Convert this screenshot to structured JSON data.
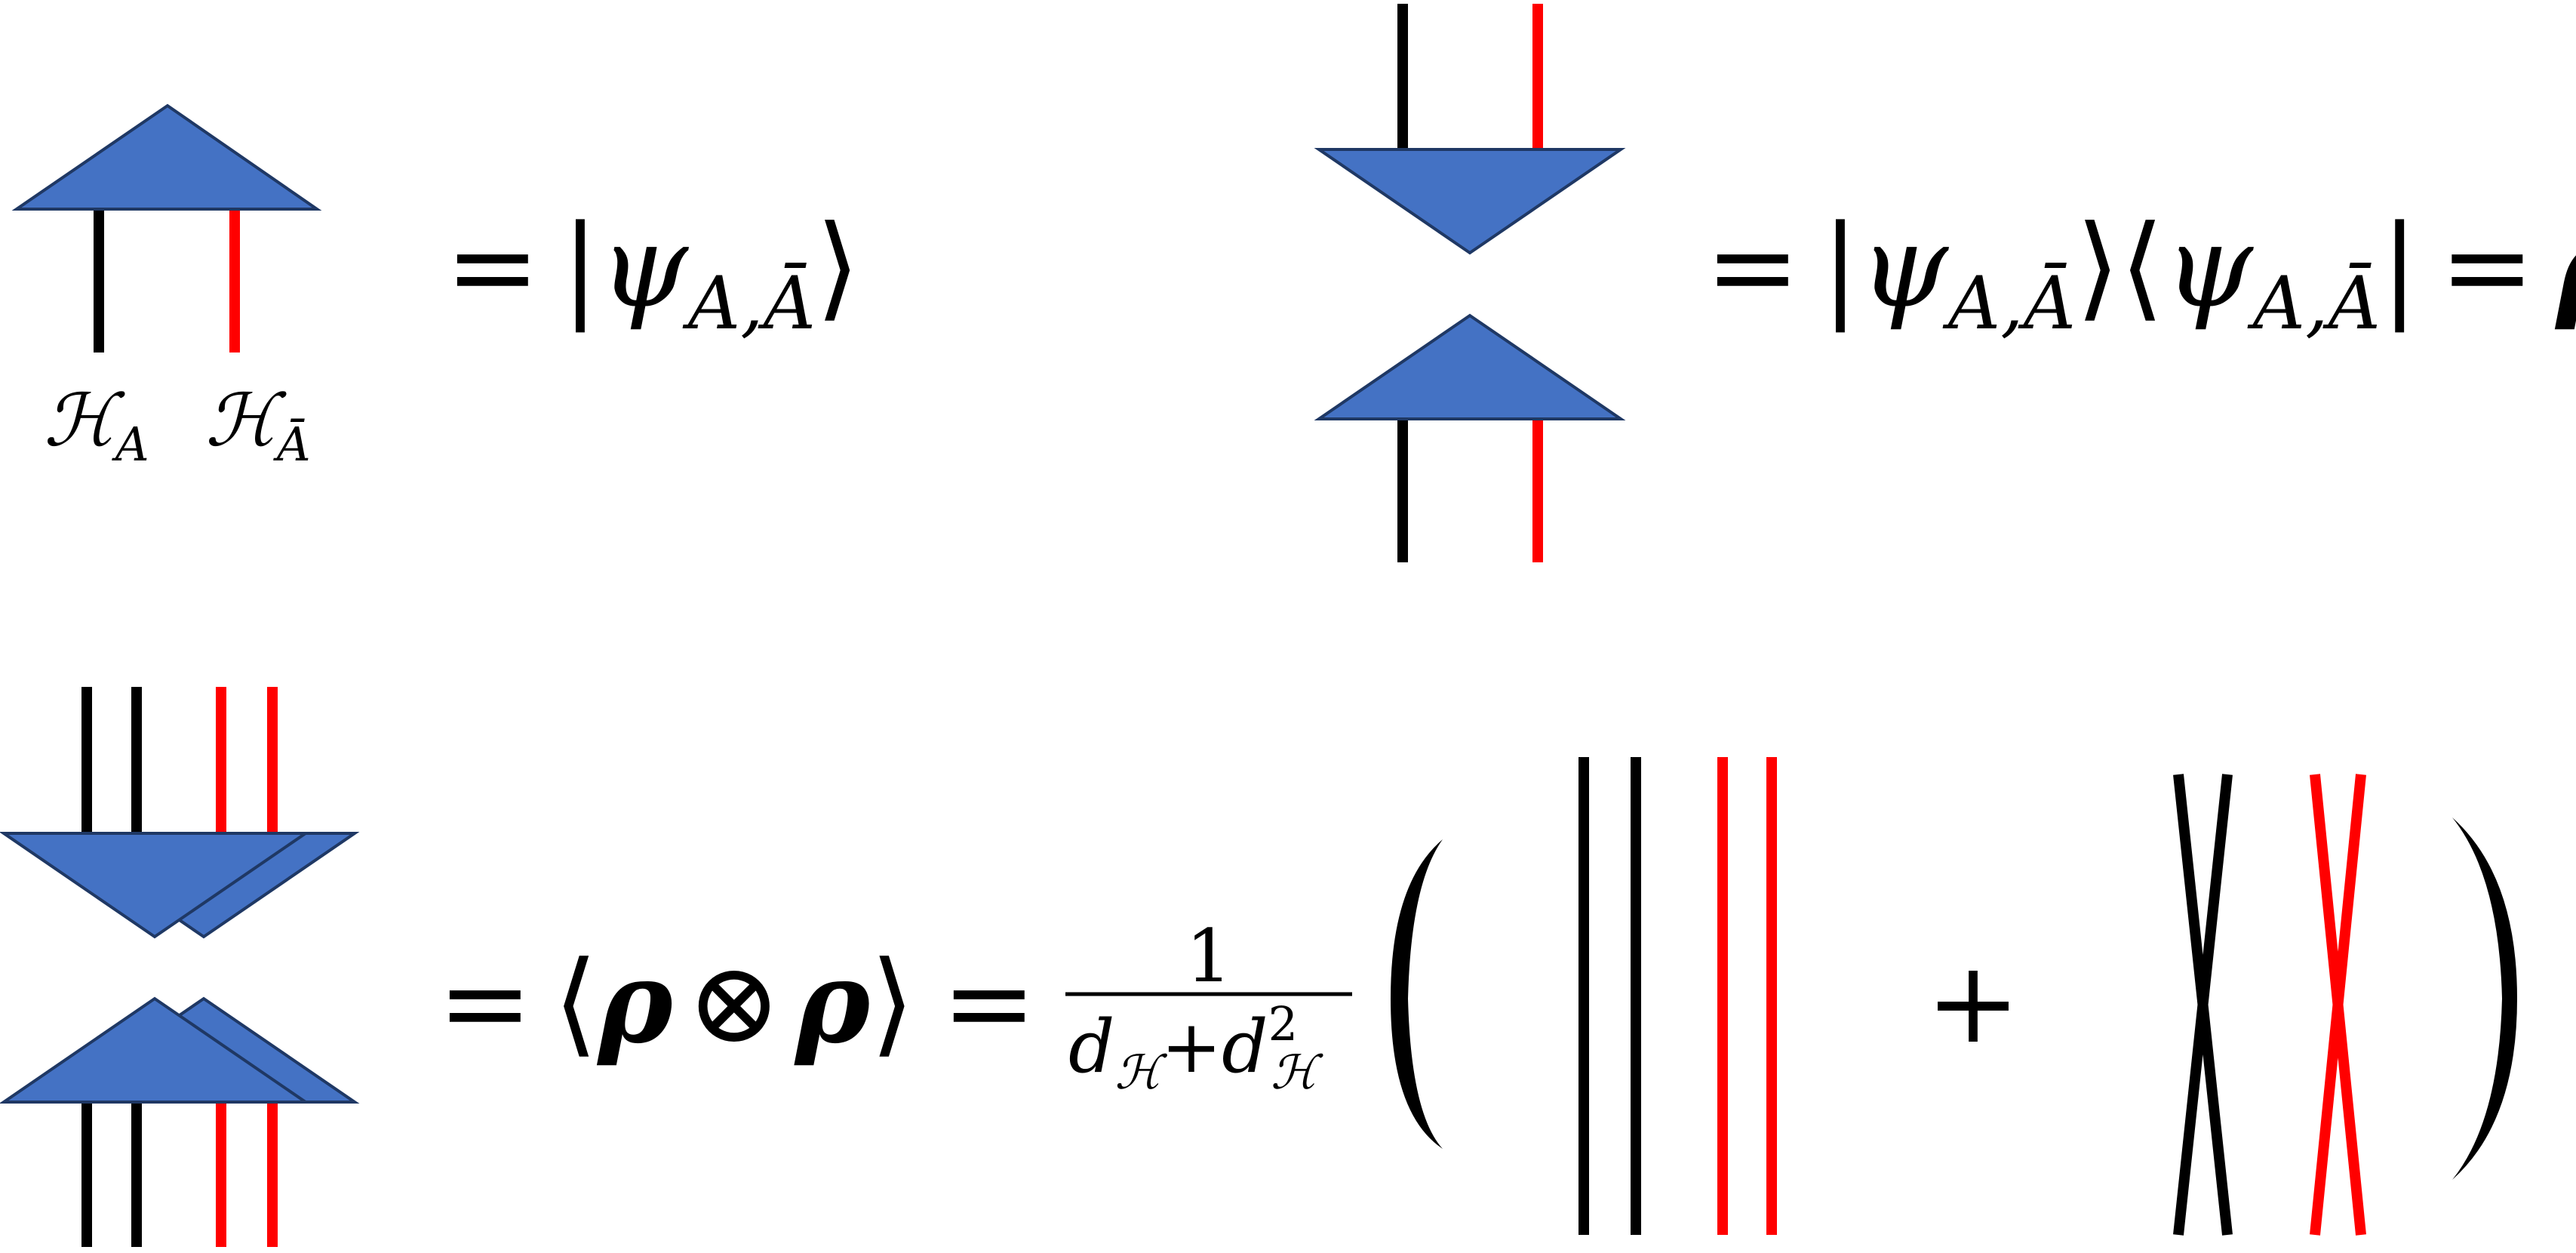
{
  "colors": {
    "tensor_fill": "#4472C4",
    "tensor_stroke": "#1F3864",
    "leg_A": "#000000",
    "leg_Abar": "#FF0000",
    "background": "#FFFFFF"
  },
  "diagram1": {
    "label_A": "ℋ",
    "label_A_sub": "A",
    "label_Abar": "ℋ",
    "label_Abar_sub": "Ā",
    "equation": {
      "eq": "=",
      "lbar": "|",
      "psi": "ψ",
      "sub": "A,Ā",
      "rangle": "⟩"
    }
  },
  "diagram2": {
    "equation": {
      "eq1": "=",
      "ket_open": "|",
      "psi1": "ψ",
      "sub1": "A,Ā",
      "ket_close": "⟩",
      "bra_open": "⟨",
      "psi2": "ψ",
      "sub2": "A,Ā",
      "bra_close": "|",
      "eq2": "=",
      "rho": "ρ"
    }
  },
  "diagram3": {
    "equation": {
      "eq1": "=",
      "langle": "⟨",
      "rho1": "ρ",
      "otimes": "⊗",
      "rho2": "ρ",
      "rangle": "⟩",
      "eq2": "=",
      "numerator": "1",
      "den_d1": "d",
      "den_sub1": "ℋ",
      "den_plus": "+",
      "den_d2": "d",
      "den_sup2": "2",
      "den_sub2": "ℋ",
      "plus": "+",
      "lparen": "(",
      "rparen": ")"
    }
  }
}
